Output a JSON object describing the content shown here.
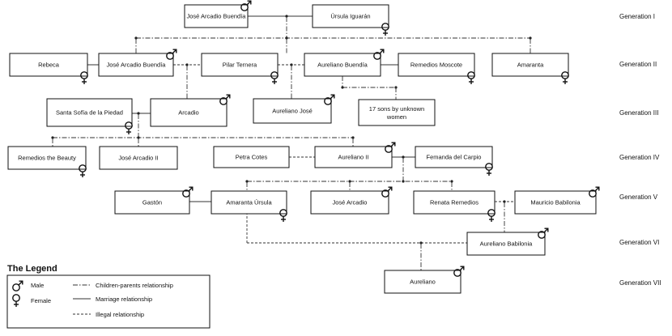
{
  "legend": {
    "title": "The Legend",
    "male": "Male",
    "female": "Female",
    "children": "Children-parents relationship",
    "marriage": "Marriage relationship",
    "illegal": "Illegal relationship"
  },
  "generations": [
    "Generation I",
    "Generation II",
    "Generation III",
    "Generation IV",
    "Generation V",
    "Generation VI",
    "Generation VII"
  ],
  "people": {
    "jose_arcadio_buendia": {
      "name": "José Arcadio Buendía",
      "sex": "male"
    },
    "ursula": {
      "name": "Úrsula Iguarán",
      "sex": "female"
    },
    "rebeca": {
      "name": "Rebeca",
      "sex": "female"
    },
    "jose_arcadio_2": {
      "name": "José Arcadio Buendía",
      "sex": "male"
    },
    "pilar": {
      "name": "Pilar Ternera",
      "sex": "female"
    },
    "aureliano_buendia": {
      "name": "Aureliano Buendía",
      "sex": "male"
    },
    "remedios_moscote": {
      "name": "Remedios Moscote",
      "sex": "female"
    },
    "amaranta": {
      "name": "Amaranta",
      "sex": "female"
    },
    "santa_sofia": {
      "name": "Santa Sofía de la Piedad",
      "sex": "female"
    },
    "arcadio": {
      "name": "Arcadio",
      "sex": "male"
    },
    "aureliano_jose": {
      "name": "Aureliano José",
      "sex": "male"
    },
    "seventeen_sons": {
      "name": "17 sons by unknown women",
      "sex": "none"
    },
    "remedios_beauty": {
      "name": "Remedios the Beauty",
      "sex": "female"
    },
    "jose_arcadio_ii": {
      "name": "José Arcadio II",
      "sex": "none"
    },
    "petra": {
      "name": "Petra Cotes",
      "sex": "none"
    },
    "aureliano_ii": {
      "name": "Aureliano II",
      "sex": "male"
    },
    "fernanda": {
      "name": "Femanda del Carpio",
      "sex": "female"
    },
    "gaston": {
      "name": "Gastón",
      "sex": "male"
    },
    "amaranta_ursula": {
      "name": "Amaranta Úrsula",
      "sex": "female"
    },
    "jose_arcadio_v": {
      "name": "José Arcadio",
      "sex": "male"
    },
    "renata": {
      "name": "Renata Remedios",
      "sex": "female"
    },
    "mauricio": {
      "name": "Mauricio Babilonia",
      "sex": "male"
    },
    "aureliano_babilonia": {
      "name": "Aureliano Babilonia",
      "sex": "male"
    },
    "aureliano": {
      "name": "Aureliano",
      "sex": "male"
    }
  }
}
